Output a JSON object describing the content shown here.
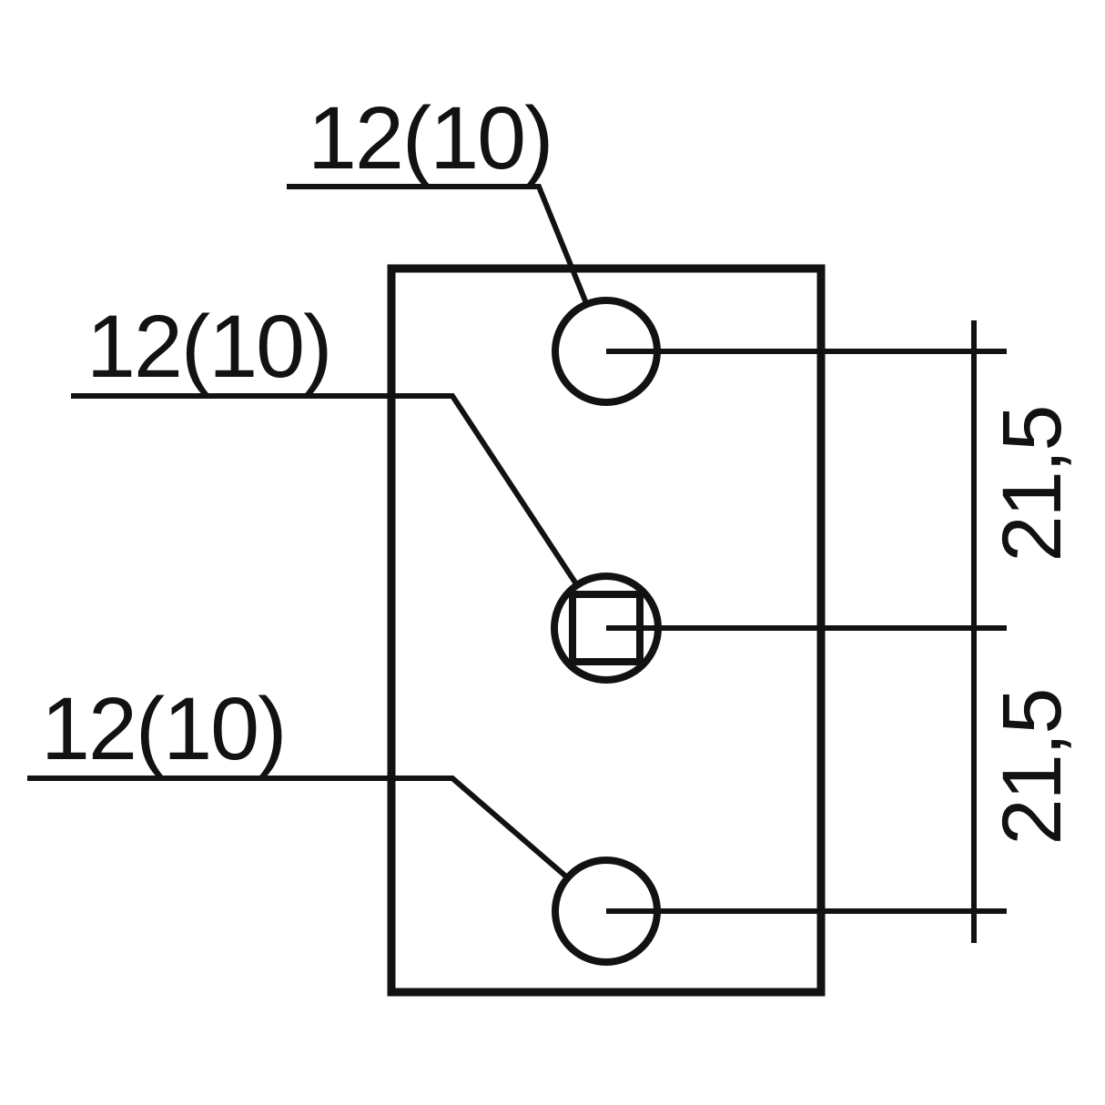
{
  "page": {
    "background": "#ffffff"
  },
  "drawing": {
    "type": "technical-dimension-diagram",
    "subject": "mounting-plate-with-three-holes",
    "line_color": "#121212",
    "labels": {
      "top_hole": "12(10)",
      "middle_hole": "12(10)",
      "bottom_hole": "12(10)",
      "upper_spacing": "21,5",
      "lower_spacing": "21,5"
    }
  }
}
